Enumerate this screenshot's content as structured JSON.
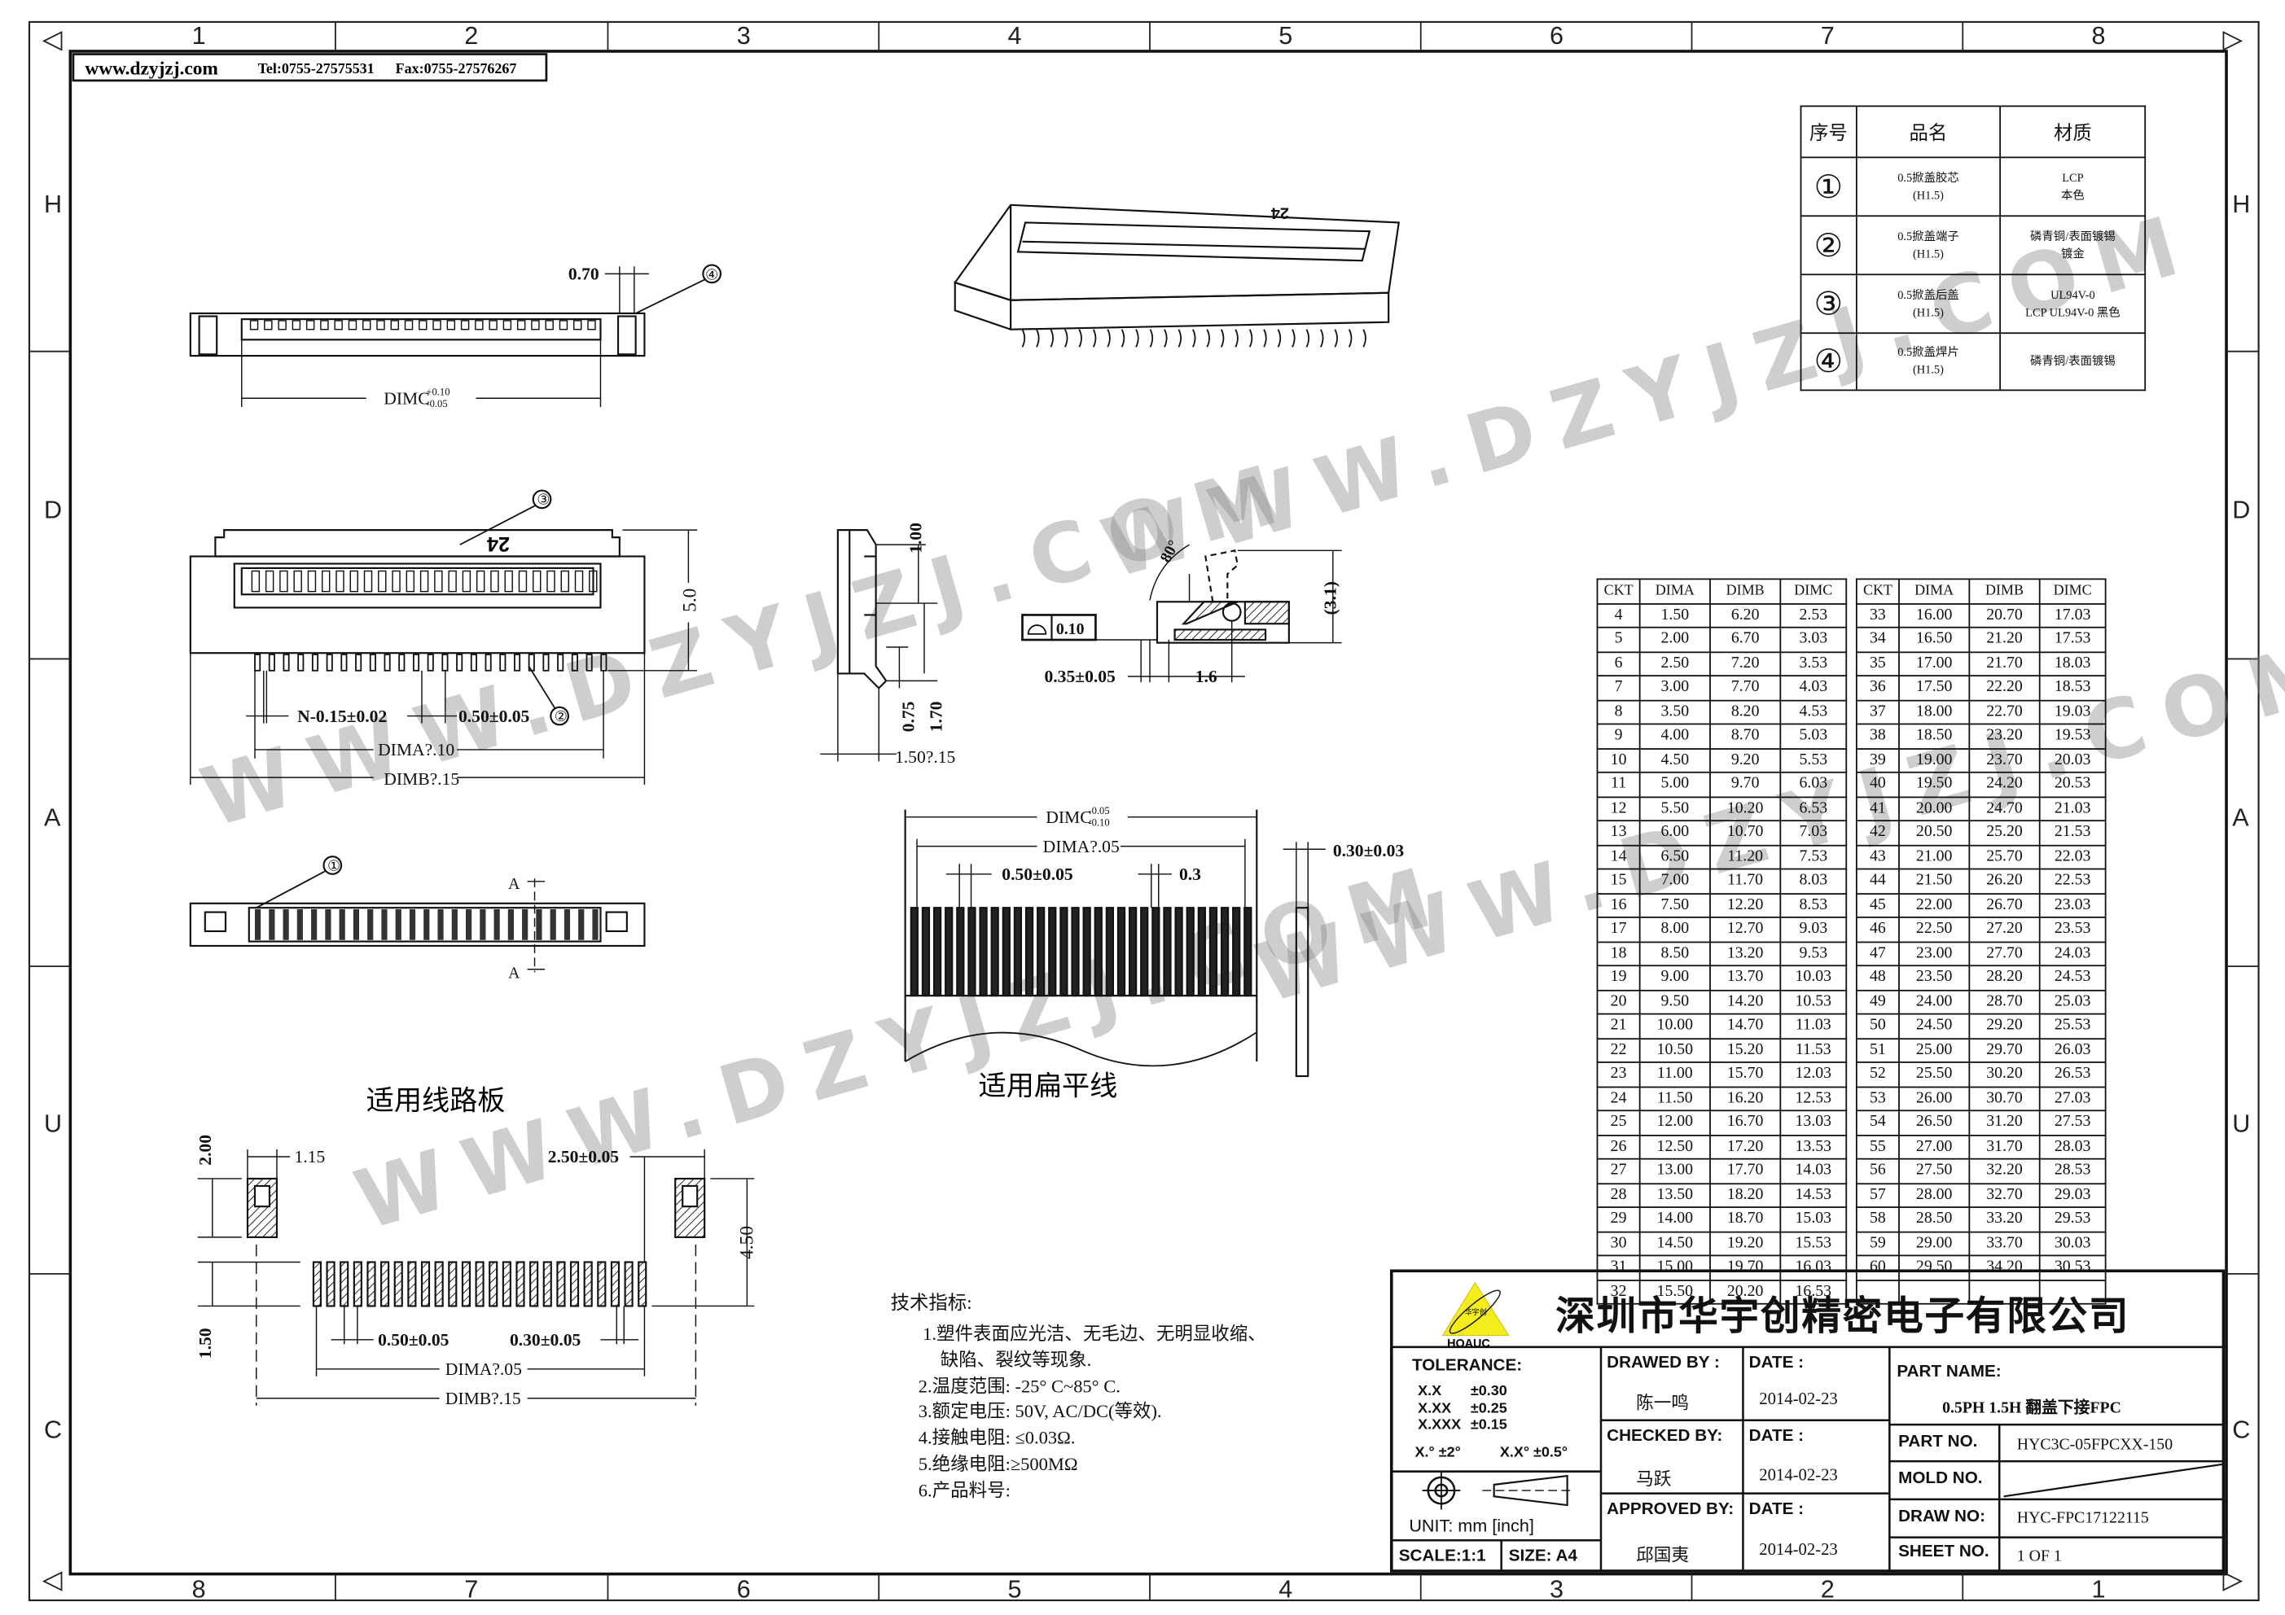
{
  "header": {
    "website": "www.dzyjzj.com",
    "tel": "Tel:0755-27575531",
    "fax": "Fax:0755-27576267"
  },
  "zones": {
    "columns_top": [
      "1",
      "2",
      "3",
      "4",
      "5",
      "6",
      "7",
      "8"
    ],
    "columns_bottom": [
      "8",
      "7",
      "6",
      "5",
      "4",
      "3",
      "2",
      "1"
    ],
    "rows": [
      "H",
      "D",
      "A",
      "U",
      "C"
    ]
  },
  "watermark": "WWW.DZYJZJ.COM",
  "parts_table": {
    "headers": [
      "序号",
      "品名",
      "材质"
    ],
    "rows": [
      {
        "no": "①",
        "name": "0.5掀盖胶芯",
        "spec": "(H1.5)",
        "material": "LCP",
        "material2": "本色"
      },
      {
        "no": "②",
        "name": "0.5掀盖端子",
        "spec": "(H1.5)",
        "material": "磷青铜/表面镀锡",
        "material2": "镀金"
      },
      {
        "no": "③",
        "name": "0.5掀盖后盖",
        "spec": "(H1.5)",
        "material": "UL94V-0",
        "material2": "LCP  UL94V-0 黑色"
      },
      {
        "no": "④",
        "name": "0.5掀盖焊片",
        "spec": "(H1.5)",
        "material": "磷青铜/表面镀锡",
        "material2": ""
      }
    ]
  },
  "ckt_table": {
    "headers": [
      "CKT",
      "DIMA",
      "DIMB",
      "DIMC"
    ],
    "left_rows": [
      [
        "4",
        "1.50",
        "6.20",
        "2.53"
      ],
      [
        "5",
        "2.00",
        "6.70",
        "3.03"
      ],
      [
        "6",
        "2.50",
        "7.20",
        "3.53"
      ],
      [
        "7",
        "3.00",
        "7.70",
        "4.03"
      ],
      [
        "8",
        "3.50",
        "8.20",
        "4.53"
      ],
      [
        "9",
        "4.00",
        "8.70",
        "5.03"
      ],
      [
        "10",
        "4.50",
        "9.20",
        "5.53"
      ],
      [
        "11",
        "5.00",
        "9.70",
        "6.03"
      ],
      [
        "12",
        "5.50",
        "10.20",
        "6.53"
      ],
      [
        "13",
        "6.00",
        "10.70",
        "7.03"
      ],
      [
        "14",
        "6.50",
        "11.20",
        "7.53"
      ],
      [
        "15",
        "7.00",
        "11.70",
        "8.03"
      ],
      [
        "16",
        "7.50",
        "12.20",
        "8.53"
      ],
      [
        "17",
        "8.00",
        "12.70",
        "9.03"
      ],
      [
        "18",
        "8.50",
        "13.20",
        "9.53"
      ],
      [
        "19",
        "9.00",
        "13.70",
        "10.03"
      ],
      [
        "20",
        "9.50",
        "14.20",
        "10.53"
      ],
      [
        "21",
        "10.00",
        "14.70",
        "11.03"
      ],
      [
        "22",
        "10.50",
        "15.20",
        "11.53"
      ],
      [
        "23",
        "11.00",
        "15.70",
        "12.03"
      ],
      [
        "24",
        "11.50",
        "16.20",
        "12.53"
      ],
      [
        "25",
        "12.00",
        "16.70",
        "13.03"
      ],
      [
        "26",
        "12.50",
        "17.20",
        "13.53"
      ],
      [
        "27",
        "13.00",
        "17.70",
        "14.03"
      ],
      [
        "28",
        "13.50",
        "18.20",
        "14.53"
      ],
      [
        "29",
        "14.00",
        "18.70",
        "15.03"
      ],
      [
        "30",
        "14.50",
        "19.20",
        "15.53"
      ],
      [
        "31",
        "15.00",
        "19.70",
        "16.03"
      ],
      [
        "32",
        "15.50",
        "20.20",
        "16.53"
      ]
    ],
    "right_rows": [
      [
        "33",
        "16.00",
        "20.70",
        "17.03"
      ],
      [
        "34",
        "16.50",
        "21.20",
        "17.53"
      ],
      [
        "35",
        "17.00",
        "21.70",
        "18.03"
      ],
      [
        "36",
        "17.50",
        "22.20",
        "18.53"
      ],
      [
        "37",
        "18.00",
        "22.70",
        "19.03"
      ],
      [
        "38",
        "18.50",
        "23.20",
        "19.53"
      ],
      [
        "39",
        "19.00",
        "23.70",
        "20.03"
      ],
      [
        "40",
        "19.50",
        "24.20",
        "20.53"
      ],
      [
        "41",
        "20.00",
        "24.70",
        "21.03"
      ],
      [
        "42",
        "20.50",
        "25.20",
        "21.53"
      ],
      [
        "43",
        "21.00",
        "25.70",
        "22.03"
      ],
      [
        "44",
        "21.50",
        "26.20",
        "22.53"
      ],
      [
        "45",
        "22.00",
        "26.70",
        "23.03"
      ],
      [
        "46",
        "22.50",
        "27.20",
        "23.53"
      ],
      [
        "47",
        "23.00",
        "27.70",
        "24.03"
      ],
      [
        "48",
        "23.50",
        "28.20",
        "24.53"
      ],
      [
        "49",
        "24.00",
        "28.70",
        "25.03"
      ],
      [
        "50",
        "24.50",
        "29.20",
        "25.53"
      ],
      [
        "51",
        "25.00",
        "29.70",
        "26.03"
      ],
      [
        "52",
        "25.50",
        "30.20",
        "26.53"
      ],
      [
        "53",
        "26.00",
        "30.70",
        "27.03"
      ],
      [
        "54",
        "26.50",
        "31.20",
        "27.53"
      ],
      [
        "55",
        "27.00",
        "31.70",
        "28.03"
      ],
      [
        "56",
        "27.50",
        "32.20",
        "28.53"
      ],
      [
        "57",
        "28.00",
        "32.70",
        "29.03"
      ],
      [
        "58",
        "28.50",
        "33.20",
        "29.53"
      ],
      [
        "59",
        "29.00",
        "33.70",
        "30.03"
      ],
      [
        "60",
        "29.50",
        "34.20",
        "30.53"
      ],
      [
        "",
        "",
        "",
        ""
      ]
    ]
  },
  "dimensions": {
    "top_view": {
      "w070": "0.70",
      "dimc": "DIMC",
      "dimc_plus": "+0.10",
      "dimc_minus": "-0.05",
      "callout": "④"
    },
    "front_view": {
      "marking": "24",
      "h50": "5.0",
      "pin_width": "N-0.15±0.02",
      "pitch": "0.50±0.05",
      "dima": "DIMA?.10",
      "dimb": "DIMB?.15",
      "callout_cover": "③",
      "callout_terminal": "②"
    },
    "side_view": {
      "h100": "1.00",
      "h075": "0.75",
      "h170": "1.70",
      "w150": "1.50?.15"
    },
    "section": {
      "angle": "80°",
      "h31": "(3.1)",
      "flatness": "0.10",
      "t035": "0.35±0.05",
      "l16": "1.6"
    },
    "bottom_view": {
      "section_a1": "A",
      "section_a2": "A",
      "callout_housing": "①"
    },
    "fpc": {
      "dimc": "DIMC",
      "dimc_plus": "-0.05",
      "dimc_minus": "-0.10",
      "dima": "DIMA?.05",
      "pitch": "0.50±0.05",
      "finger": "0.3",
      "thickness": "0.30±0.03"
    },
    "pcb": {
      "pad_h": "2.00",
      "pad_w": "1.15",
      "pad_off": "2.50±0.05",
      "span": "4.50",
      "pin_len": "1.50",
      "pitch": "0.50±0.05",
      "pin_w": "0.30±0.05",
      "dima": "DIMA?.05",
      "dimb": "DIMB?.15"
    }
  },
  "labels": {
    "pcb": "适用线路板",
    "fpc": "适用扁平线"
  },
  "tech_specs": {
    "title": "技术指标:",
    "items": [
      "1.塑件表面应光洁、无毛边、无明显收缩、",
      "缺陷、裂纹等现象.",
      "2.温度范围: -25° C~85° C.",
      "3.额定电压: 50V, AC/DC(等效).",
      "4.接触电阻: ≤0.03Ω.",
      "5.绝缘电阻:≥500MΩ",
      "6.产品料号:"
    ]
  },
  "title_block": {
    "logo_text": "HOAUC",
    "logo_cn": "华宇创",
    "company": "深圳市华宇创精密电子有限公司",
    "tolerance_label": "TOLERANCE:",
    "tolerances": [
      [
        "X.X",
        "±0.30"
      ],
      [
        "X.XX",
        "±0.25"
      ],
      [
        "X.XXX",
        "±0.15"
      ]
    ],
    "angle_tol": [
      "X.° ±2°",
      "X.X° ±0.5°"
    ],
    "unit": "UNIT:  mm  [inch]",
    "scale": "SCALE:1:1",
    "size": "SIZE:  A4",
    "drawed_by_label": "DRAWED BY :",
    "drawed_by": "陈一鸣",
    "checked_by_label": "CHECKED BY:",
    "checked_by": "马跃",
    "approved_by_label": "APPROVED BY:",
    "approved_by": "邱国夷",
    "date_label": "DATE :",
    "date1": "2014-02-23",
    "date2": "2014-02-23",
    "date3": "2014-02-23",
    "part_name_label": "PART NAME:",
    "part_name": "0.5PH 1.5H 翻盖下接FPC",
    "part_no_label": "PART NO.",
    "part_no": "HYC3C-05FPCXX-150",
    "mold_no_label": "MOLD NO.",
    "draw_no_label": "DRAW NO:",
    "draw_no": "HYC-FPC17122115",
    "sheet_no_label": "SHEET NO.",
    "sheet_no": "1 OF 1"
  }
}
